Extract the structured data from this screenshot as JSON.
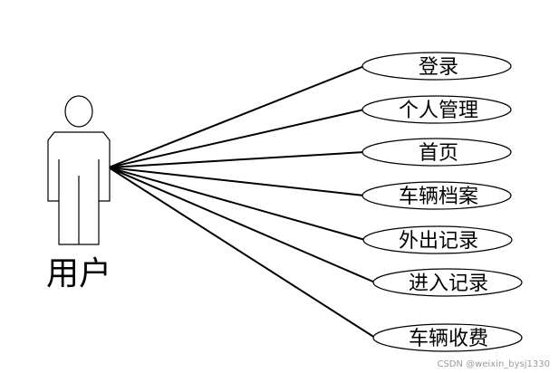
{
  "actor": {
    "label": "用户",
    "icon": "stick-figure-actor-icon"
  },
  "use_cases": [
    {
      "id": "login",
      "label": "登录"
    },
    {
      "id": "personal-management",
      "label": "个人管理"
    },
    {
      "id": "home",
      "label": "首页"
    },
    {
      "id": "vehicle-archive",
      "label": "车辆档案"
    },
    {
      "id": "outing-record",
      "label": "外出记录"
    },
    {
      "id": "entry-record",
      "label": "进入记录"
    },
    {
      "id": "vehicle-fee",
      "label": "车辆收费"
    }
  ],
  "watermark": "CSDN @weixin_bysj1330",
  "colors": {
    "stroke": "#000000",
    "background": "#ffffff",
    "watermark": "#9a9a9a"
  }
}
